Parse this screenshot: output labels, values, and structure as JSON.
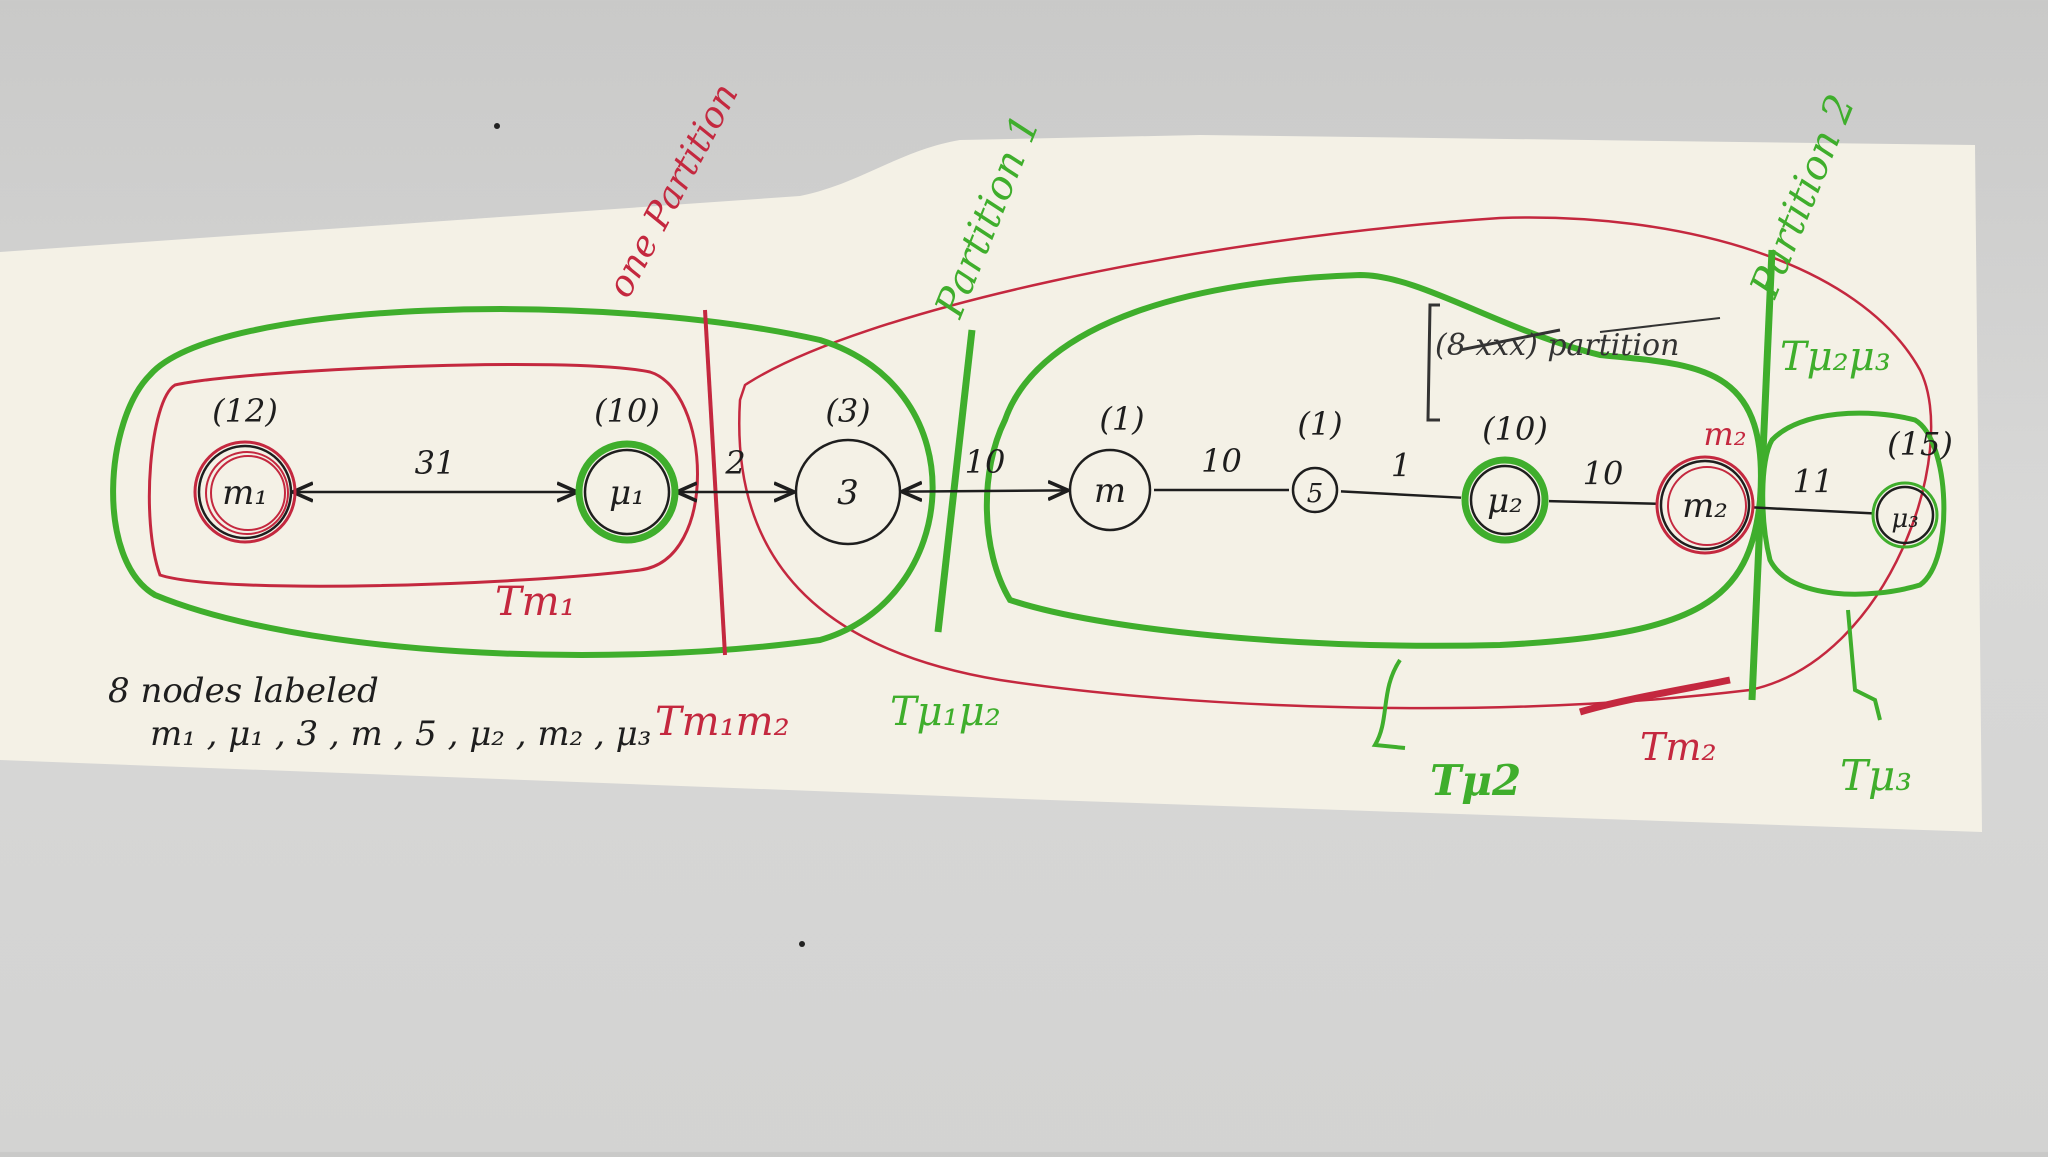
{
  "nodes": [
    {
      "id": "m1",
      "label": "m₁",
      "weight": "(12)"
    },
    {
      "id": "p1",
      "label": "μ₁",
      "weight": "(10)"
    },
    {
      "id": "n3",
      "label": "3",
      "weight": "(3)"
    },
    {
      "id": "m",
      "label": "m",
      "weight": "(1)"
    },
    {
      "id": "n5",
      "label": "5",
      "weight": "(1)"
    },
    {
      "id": "p2",
      "label": "μ₂",
      "weight": "(10)"
    },
    {
      "id": "m2",
      "label": "m₂",
      "weight": "m₂"
    },
    {
      "id": "p3",
      "label": "μ₃",
      "weight": "(15)"
    }
  ],
  "edges": [
    {
      "from": "m1",
      "to": "p1",
      "weight": "31"
    },
    {
      "from": "p1",
      "to": "n3",
      "weight": "2"
    },
    {
      "from": "n3",
      "to": "m",
      "weight": "10"
    },
    {
      "from": "m",
      "to": "n5",
      "weight": "10"
    },
    {
      "from": "n5",
      "to": "p2",
      "weight": "1"
    },
    {
      "from": "p2",
      "to": "m2",
      "weight": "10"
    },
    {
      "from": "m2",
      "to": "p3",
      "weight": "11"
    }
  ],
  "partitions": {
    "one": "one Partition",
    "p1": "Partition 1",
    "p2": "Partition 2"
  },
  "regions": {
    "tm1": "Tm₁",
    "tm1m2": "Tm₁m₂",
    "tp1p2": "Tμ₁μ₂",
    "tp2": "Tμ2",
    "tm2": "Tm₂",
    "tp3": "Tμ₃",
    "tp2p3": "Tμ₂μ₃"
  },
  "annotations": {
    "crossed": "(8 xxx) partition",
    "footer_line1": "8 nodes labeled",
    "footer_line2": "m₁ , μ₁ , 3 , m , 5 , μ₂ , m₂ , μ₃"
  },
  "colors": {
    "green": "#3fae2c",
    "red": "#c4283f",
    "ink": "#1e1e1e",
    "paper": "#f4f1e6"
  }
}
